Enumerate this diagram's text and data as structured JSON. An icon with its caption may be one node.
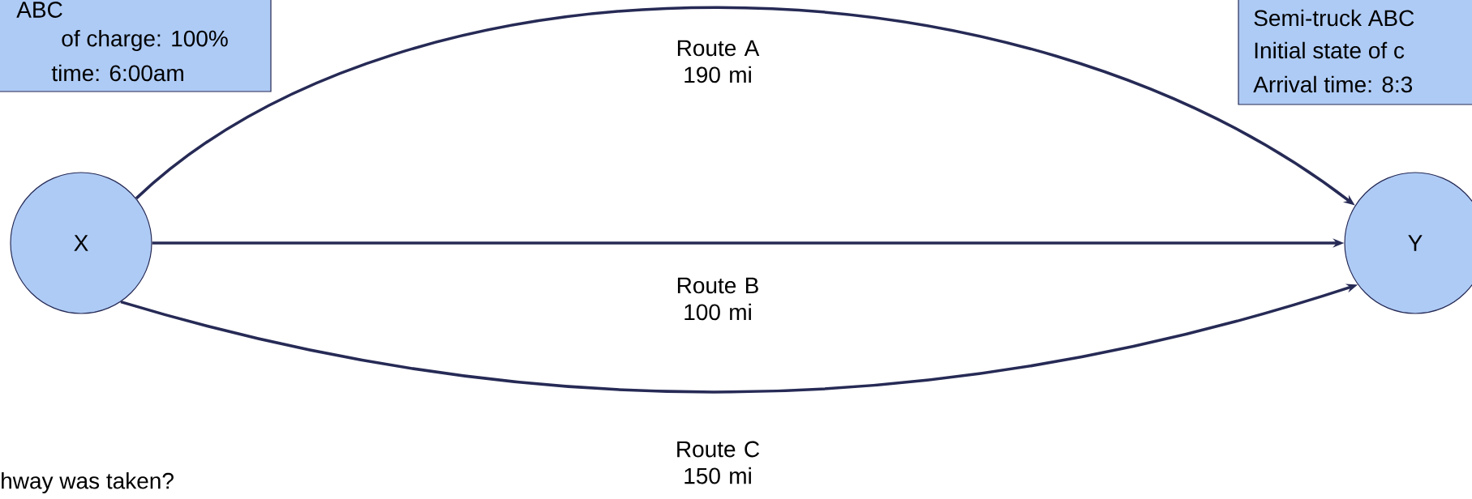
{
  "diagram": {
    "nodes": [
      {
        "text": [
          "ABC",
          "of charge: 100%",
          "time: 6:00am"
        ]
      },
      {
        "text": [
          "Semi-truck ABC",
          "Initial state of c",
          "Arrival time: 8:3"
        ]
      },
      {
        "text": [
          "X"
        ]
      },
      {
        "text": [
          "Y"
        ]
      }
    ],
    "edges": [
      {
        "from": 2,
        "to": 3,
        "arrow": "to",
        "label": "Route A 190 mi"
      },
      {
        "from": 2,
        "to": 3,
        "arrow": "to",
        "label": "Route B 100 mi"
      },
      {
        "from": 2,
        "to": 3,
        "arrow": "to",
        "label": "Route C 150 mi"
      }
    ],
    "labels": [
      "hway was taken?"
    ]
  }
}
